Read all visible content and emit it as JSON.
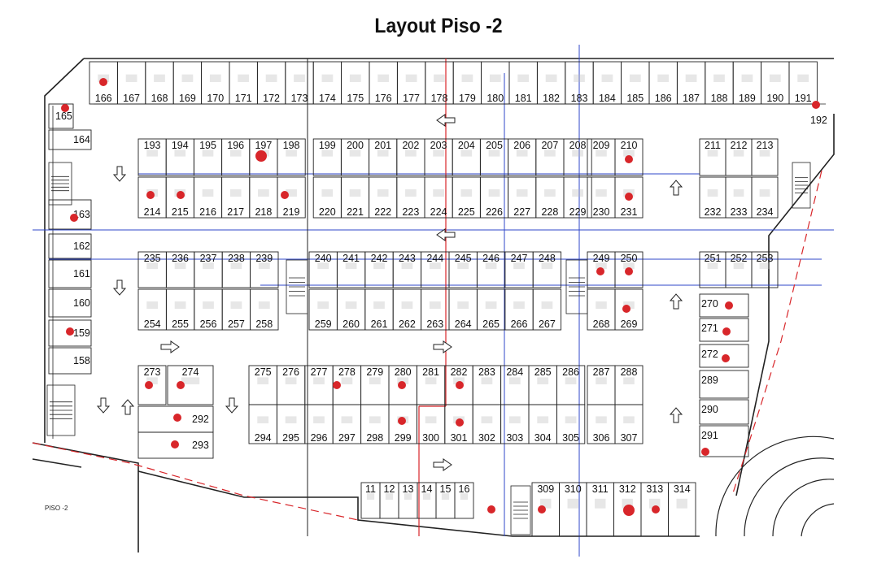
{
  "title": "Layout Piso -2",
  "level_label": "PISO -2",
  "spaces": {
    "top_row": [
      "166",
      "167",
      "168",
      "169",
      "170",
      "171",
      "172",
      "173",
      "174",
      "175",
      "176",
      "177",
      "178",
      "179",
      "180",
      "181",
      "182",
      "183",
      "184",
      "185",
      "186",
      "187",
      "188",
      "189",
      "190",
      "191"
    ],
    "left_column": [
      "165",
      "164",
      "163",
      "162",
      "161",
      "160",
      "159",
      "158"
    ],
    "row_193": [
      "193",
      "194",
      "195",
      "196",
      "197",
      "198",
      "199",
      "200",
      "201",
      "202",
      "203",
      "204",
      "205",
      "206",
      "207",
      "208"
    ],
    "right_top": [
      "209",
      "210",
      "211",
      "212",
      "213",
      "192"
    ],
    "row_214": [
      "214",
      "215",
      "216",
      "217",
      "218",
      "219",
      "220",
      "221",
      "222",
      "223",
      "224",
      "225",
      "226",
      "227",
      "228",
      "229",
      "230",
      "231",
      "232",
      "233",
      "234"
    ],
    "row_235": [
      "235",
      "236",
      "237",
      "238",
      "239",
      "240",
      "241",
      "242",
      "243",
      "244",
      "245",
      "246",
      "247",
      "248",
      "249",
      "250",
      "251",
      "252",
      "253"
    ],
    "row_254": [
      "254",
      "255",
      "256",
      "257",
      "258",
      "259",
      "260",
      "261",
      "262",
      "263",
      "264",
      "265",
      "266",
      "267",
      "268",
      "269"
    ],
    "right_column": [
      "270",
      "271",
      "272",
      "289",
      "290",
      "291"
    ],
    "left_block": [
      "273",
      "274",
      "292",
      "293"
    ],
    "row_275": [
      "275",
      "276",
      "277",
      "278",
      "279",
      "280",
      "281",
      "282",
      "283",
      "284",
      "285",
      "286",
      "287",
      "288"
    ],
    "row_294": [
      "294",
      "295",
      "296",
      "297",
      "298",
      "299",
      "300",
      "301",
      "302",
      "303",
      "304",
      "305",
      "306",
      "307"
    ],
    "bottom_small": [
      "11",
      "12",
      "13",
      "14",
      "15",
      "16"
    ],
    "bottom_row": [
      "309",
      "310",
      "311",
      "312",
      "313",
      "314"
    ]
  },
  "marker_color": "#d8262a"
}
